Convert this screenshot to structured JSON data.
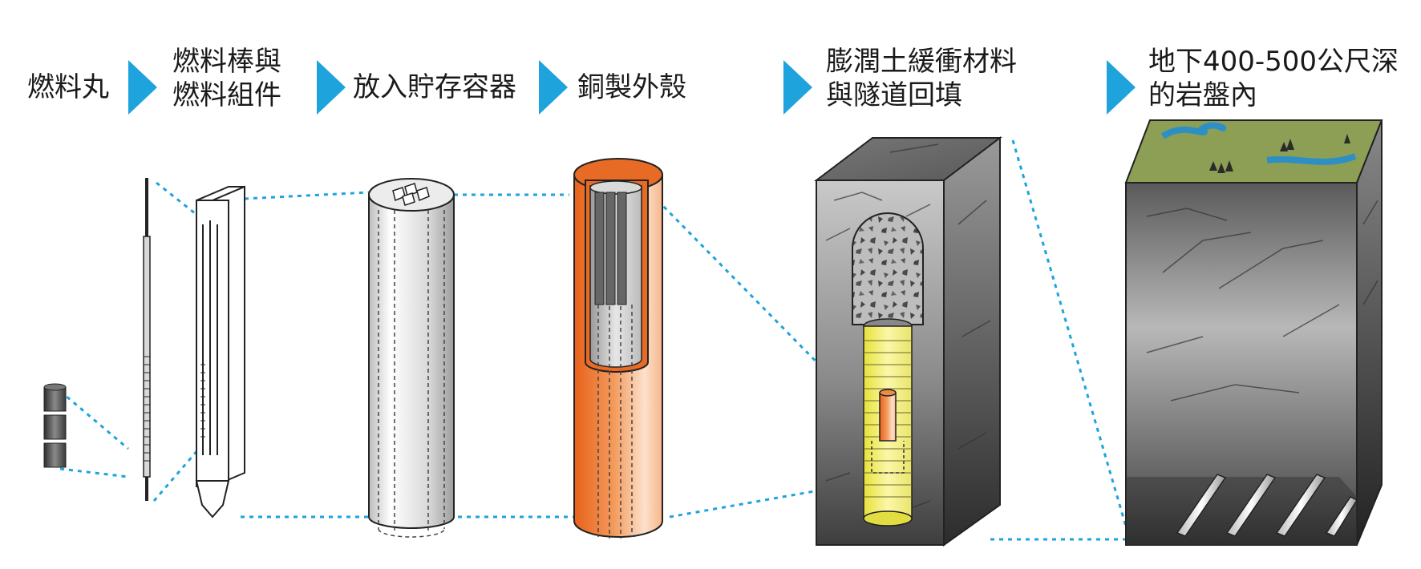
{
  "accent_color": "#1ea3dc",
  "steps": [
    {
      "lines": [
        "燃料丸"
      ]
    },
    {
      "lines": [
        "燃料棒與",
        "燃料組件"
      ]
    },
    {
      "lines": [
        "放入貯存容器"
      ]
    },
    {
      "lines": [
        "銅製外殼"
      ]
    },
    {
      "lines": [
        "膨潤土緩衝材料",
        "與隧道回填"
      ]
    },
    {
      "lines": [
        "地下400-500公尺深",
        "的岩盤內"
      ]
    }
  ]
}
